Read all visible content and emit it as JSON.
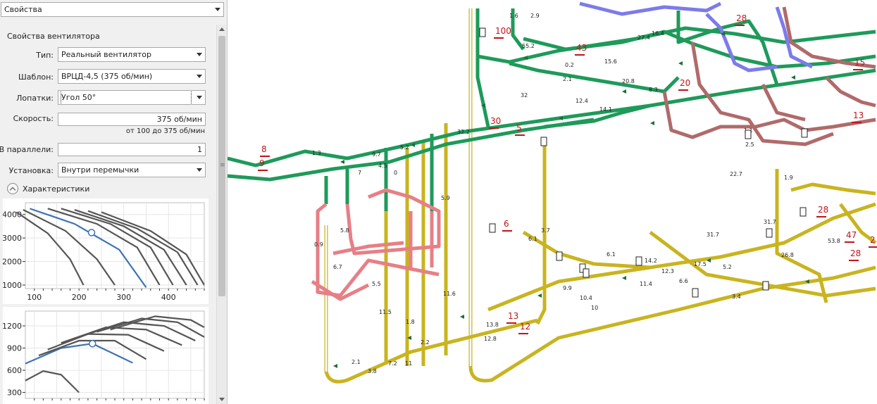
{
  "header": {
    "panel_selector": "Свойства"
  },
  "properties": {
    "section_title": "Свойства вентилятора",
    "type": {
      "label": "Тип:",
      "value": "Реальный вентилятор"
    },
    "template": {
      "label": "Шаблон:",
      "value": "ВРЦД-4,5 (375 об/мин)"
    },
    "blades": {
      "label": "Лопатки:",
      "value": "Угол 50°"
    },
    "speed": {
      "label": "Скорость:",
      "value": "375 об/мин",
      "hint": "от 100 до 375 об/мин"
    },
    "parallel": {
      "label": "В параллели:",
      "value": "1"
    },
    "install": {
      "label": "Установка:",
      "value": "Внутри перемычки"
    },
    "characteristics": {
      "label": "Характеристики"
    }
  },
  "colors": {
    "green": "#1e9a5a",
    "yellow": "#c9b420",
    "red": "#e77f86",
    "darkred": "#b06a6a",
    "blue": "#7d7bea",
    "node_red": "#c0141b",
    "curve_gray": "#555555",
    "curve_blue": "#3c73b4"
  },
  "chart_data": [
    {
      "type": "line",
      "yticks": [
        1000,
        2000,
        3000,
        4000
      ],
      "xticks": [
        100,
        200,
        300,
        400
      ],
      "xlim": [
        80,
        480
      ],
      "ylim": [
        850,
        4500
      ],
      "series": [
        {
          "highlight": false,
          "x": [
            60,
            130,
            180,
            210
          ],
          "y": [
            4100,
            3200,
            2100,
            1000
          ]
        },
        {
          "highlight": false,
          "x": [
            75,
            170,
            240,
            280
          ],
          "y": [
            4200,
            3300,
            2100,
            1000
          ]
        },
        {
          "highlight": true,
          "x": [
            90,
            190,
            290,
            350
          ],
          "y": [
            4250,
            3600,
            2500,
            900
          ]
        },
        {
          "highlight": false,
          "x": [
            130,
            240,
            330,
            380
          ],
          "y": [
            4250,
            3600,
            2600,
            1000
          ]
        },
        {
          "highlight": false,
          "x": [
            160,
            270,
            360,
            410
          ],
          "y": [
            4250,
            3600,
            2600,
            1000
          ]
        },
        {
          "highlight": false,
          "x": [
            190,
            300,
            390,
            440
          ],
          "y": [
            4200,
            3500,
            2500,
            1000
          ]
        },
        {
          "highlight": false,
          "x": [
            220,
            330,
            420,
            465
          ],
          "y": [
            4150,
            3400,
            2400,
            1000
          ]
        },
        {
          "highlight": false,
          "x": [
            250,
            360,
            440,
            480
          ],
          "y": [
            4100,
            3300,
            2300,
            1000
          ]
        }
      ],
      "operating_point": {
        "x": 228,
        "y": 3230
      }
    },
    {
      "type": "line",
      "yticks": [
        300,
        600,
        900,
        1200
      ],
      "xlim": [
        80,
        480
      ],
      "ylim": [
        220,
        1400
      ],
      "series": [
        {
          "highlight": false,
          "x": [
            80,
            120,
            160,
            200
          ],
          "y": [
            460,
            590,
            540,
            300
          ]
        },
        {
          "highlight": true,
          "x": [
            80,
            160,
            230,
            320
          ],
          "y": [
            690,
            900,
            960,
            700
          ]
        },
        {
          "highlight": false,
          "x": [
            110,
            200,
            280,
            350
          ],
          "y": [
            800,
            1000,
            1000,
            750
          ]
        },
        {
          "highlight": false,
          "x": [
            130,
            220,
            310,
            390
          ],
          "y": [
            880,
            1090,
            1080,
            860
          ]
        },
        {
          "highlight": false,
          "x": [
            160,
            260,
            350,
            430
          ],
          "y": [
            970,
            1180,
            1150,
            940
          ]
        },
        {
          "highlight": false,
          "x": [
            200,
            300,
            390,
            460
          ],
          "y": [
            1050,
            1250,
            1200,
            1000
          ]
        },
        {
          "highlight": false,
          "x": [
            240,
            340,
            420,
            480
          ],
          "y": [
            1120,
            1300,
            1250,
            1050
          ]
        },
        {
          "highlight": false,
          "x": [
            270,
            370,
            450,
            480
          ],
          "y": [
            1150,
            1330,
            1280,
            1180
          ]
        }
      ],
      "operating_point": {
        "x": 230,
        "y": 960
      }
    }
  ],
  "schematic": {
    "node_labels": [
      "100",
      "43",
      "28",
      "20",
      "30",
      "5",
      "8",
      "9",
      "15",
      "13",
      "6",
      "13",
      "12",
      "28",
      "47",
      "28",
      "2"
    ],
    "flow_labels": [
      "1.6",
      "2.9",
      "55.2",
      "27.4",
      "16.4",
      "8.3",
      "20.8",
      "15.6",
      "32",
      "12.4",
      "14.1",
      "32.2",
      "22.7",
      "1.9",
      "9.7",
      "5.2",
      "1.3",
      "7",
      "0",
      "4.5",
      "5.9",
      "5.8",
      "0.9",
      "6.7",
      "5.5",
      "11.5",
      "1.8",
      "11.6",
      "3.7",
      "6.1",
      "6.1",
      "14.2",
      "31.7",
      "31.7",
      "26.8",
      "53.8",
      "9.9",
      "10.4",
      "10",
      "11.4",
      "12.3",
      "17.5",
      "5.2",
      "3.4",
      "13.8",
      "12.8",
      "2.2",
      "2.1",
      "3.8",
      "7.2",
      "11",
      "6.6",
      "1.1",
      "2.5",
      "0.2",
      "2.1"
    ]
  }
}
